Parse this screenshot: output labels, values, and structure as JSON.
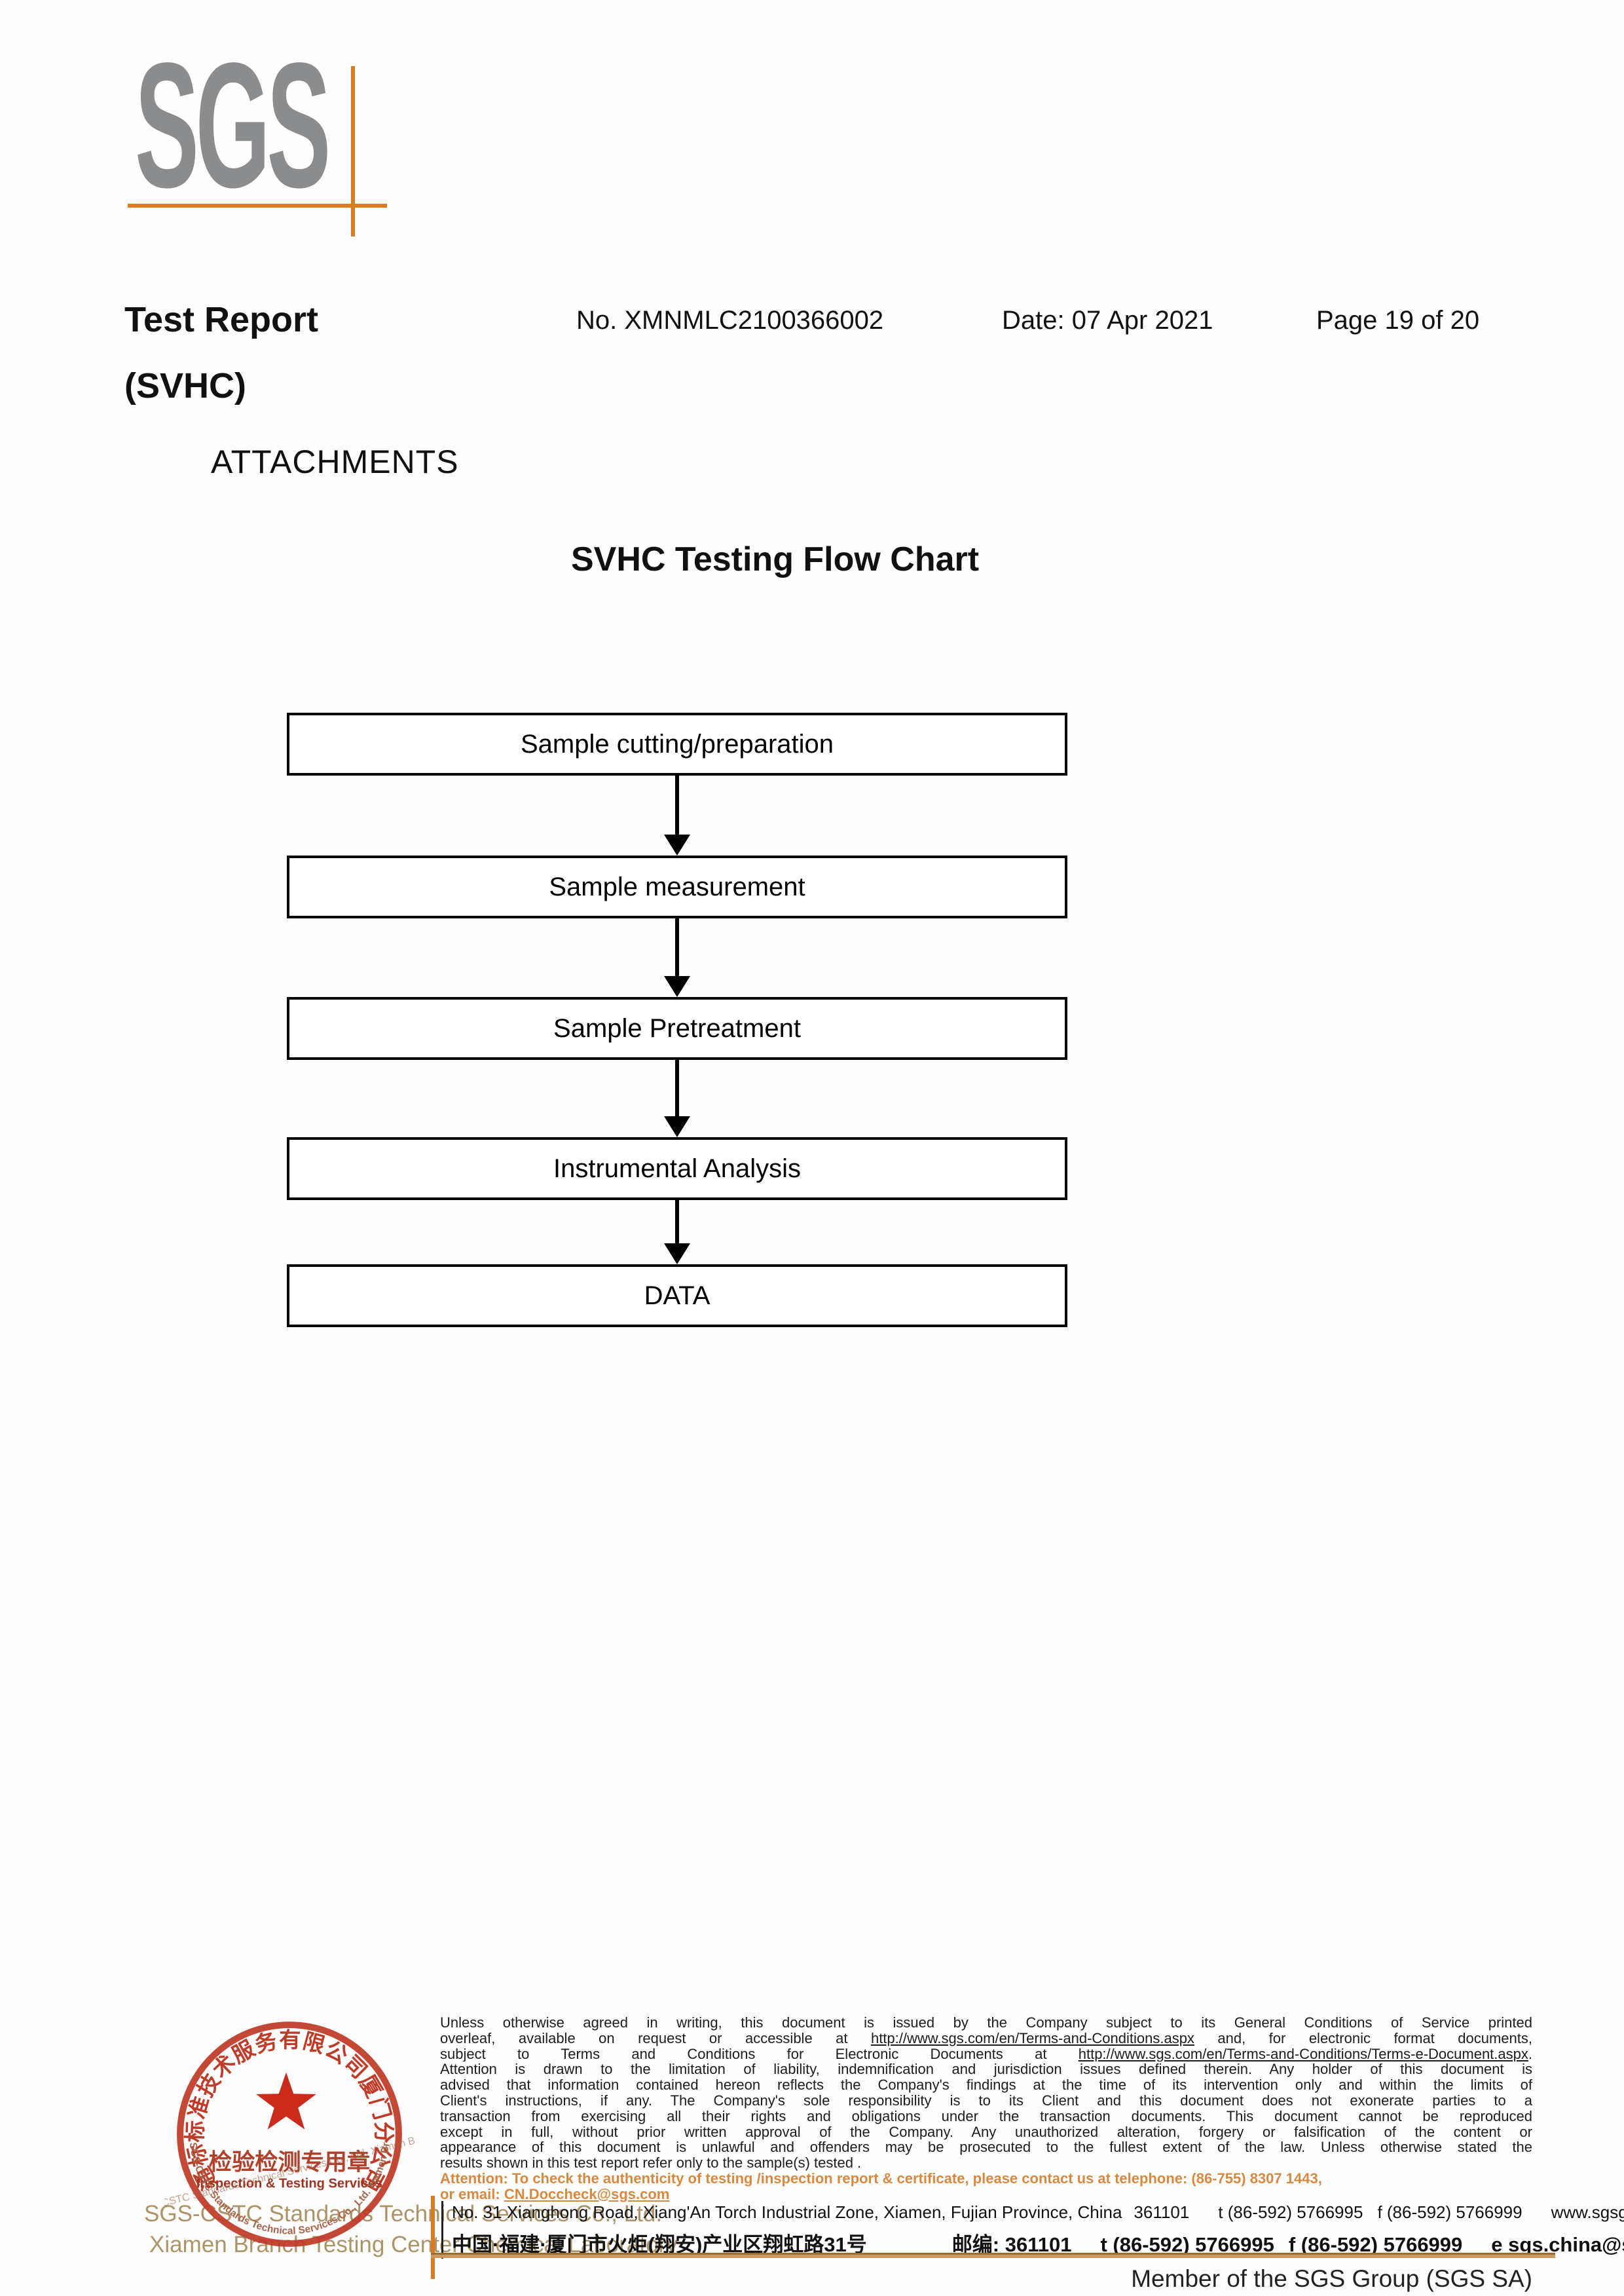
{
  "logo": {
    "text": "SGS",
    "gray": "#8a8c8e",
    "line_orange": "#d97b20"
  },
  "header": {
    "title_line1": "Test Report",
    "title_line2": "(SVHC)",
    "report_no": "No. XMNMLC2100366002",
    "date": "Date: 07 Apr 2021",
    "page_info": "Page 19 of 20"
  },
  "attachments_label": "ATTACHMENTS",
  "flow_chart": {
    "title": "SVHC Testing Flow Chart",
    "steps": [
      "Sample cutting/preparation",
      "Sample measurement",
      "Sample Pretreatment",
      "Instrumental Analysis",
      "DATA"
    ]
  },
  "stamp": {
    "arc_top_text": "通标标准技术服务有限公司厦门分公司",
    "center_cn": "检验检测专用章",
    "center_en": "Inspection & Testing Services",
    "arc_bottom_text": "SGS-CSTC Standards Technical Services Co., Ltd. Xiamen Branch",
    "ring_color": "#bf3a27",
    "star_color": "#cb2b1a"
  },
  "footer": {
    "company_line1": "SGS-CSTC Standards Technical Services Co., Ltd.",
    "company_line2": "Xiamen Branch Testing Center Chemical Laboratory",
    "legal": [
      {
        "pre": "Unless otherwise agreed in writing, this document is issued by the Company subject to its General Conditions of Service printed"
      },
      {
        "pre": "overleaf, available on request or accessible at ",
        "link": "http://www.sgs.com/en/Terms-and-Conditions.aspx",
        "post": " and, for electronic format documents,"
      },
      {
        "pre": "subject to Terms and Conditions for Electronic Documents at ",
        "link": "http://www.sgs.com/en/Terms-and-Conditions/Terms-e-Document.aspx",
        "post": "."
      },
      {
        "pre": "Attention is drawn to the limitation of liability, indemnification and jurisdiction issues defined therein. Any holder of this document is"
      },
      {
        "pre": "advised that information contained hereon reflects the Company's findings at the time of its intervention only and within the limits of"
      },
      {
        "pre": "Client's instructions, if any. The Company's sole responsibility is to its Client and this document does not exonerate parties to a"
      },
      {
        "pre": "transaction from exercising all their rights and obligations under the transaction documents. This document cannot be reproduced"
      },
      {
        "pre": "except in full, without prior written approval of the Company. Any unauthorized alteration, forgery or falsification of the content or"
      },
      {
        "pre": "appearance of this document is unlawful and offenders may be prosecuted to the fullest extent of the law. Unless otherwise stated the"
      },
      {
        "pre": "results shown in this test report refer only to the sample(s) tested ."
      }
    ],
    "attention": [
      {
        "pre": "Attention: To check the authenticity of testing /inspection report & certificate, please contact us at telephone: (86-755) 8307 1443,"
      },
      {
        "pre": "or email: ",
        "link": "CN.Doccheck@sgs.com",
        "post": ""
      }
    ],
    "attention_color": "#d9883f",
    "address": {
      "en": {
        "street": "No. 31 Xianghong Road, Xiang'An Torch Industrial Zone, Xiamen, Fujian Province, China",
        "postal": "361101",
        "tel": "t (86-592) 5766995",
        "fax": "f (86-592) 5766999",
        "web": "www.sgsgroup.com.cn"
      },
      "cn": {
        "street": "中国·福建·厦门市火炬(翔安)产业区翔虹路31号",
        "postal": "邮编: 361101",
        "tel": "t (86-592) 5766995",
        "fax": "f (86-592) 5766999",
        "email": "e  sgs.china@sgs.com"
      }
    },
    "member_text": "Member of the SGS Group (SGS SA)"
  }
}
